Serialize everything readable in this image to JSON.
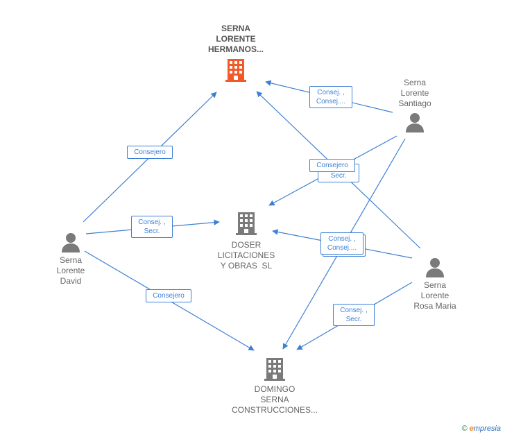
{
  "nodes": {
    "company_main": {
      "lines": [
        "SERNA",
        "LORENTE",
        "HERMANOS..."
      ],
      "icon": "building-icon",
      "color": "#f05a28"
    },
    "company_doser": {
      "lines": [
        "DOSER",
        "LICITACIONES",
        "Y OBRAS  SL"
      ],
      "icon": "building-icon",
      "color": "#7a7a7a"
    },
    "company_domingo": {
      "lines": [
        "DOMINGO",
        "SERNA",
        "CONSTRUCCIONES..."
      ],
      "icon": "building-icon",
      "color": "#7a7a7a"
    },
    "person_santiago": {
      "lines": [
        "Serna",
        "Lorente",
        "Santiago"
      ],
      "icon": "person-icon",
      "color": "#7a7a7a"
    },
    "person_david": {
      "lines": [
        "Serna",
        "Lorente",
        "David"
      ],
      "icon": "person-icon",
      "color": "#7a7a7a"
    },
    "person_rosa": {
      "lines": [
        "Serna",
        "Lorente",
        "Rosa Maria"
      ],
      "icon": "person-icon",
      "color": "#7a7a7a"
    }
  },
  "relations": {
    "santiago_main": [
      "Consej. ,",
      "Consej...."
    ],
    "david_main": [
      "Consejero"
    ],
    "santiago_doser_top": [
      "Consejero"
    ],
    "santiago_doser_back": [
      "Secr."
    ],
    "david_doser": [
      "Consej. ,",
      "Secr."
    ],
    "rosa_doser": [
      "Consej. ,",
      "Consej...."
    ],
    "david_domingo": [
      "Consejero"
    ],
    "rosa_domingo": [
      "Consej. ,",
      "Secr."
    ]
  },
  "colors": {
    "edge": "#3d7fd4",
    "accent": "#f05a28",
    "node_gray": "#7a7a7a"
  },
  "footer": {
    "copyright": "©",
    "brand_e": "e",
    "brand_rest": "mpresia"
  }
}
